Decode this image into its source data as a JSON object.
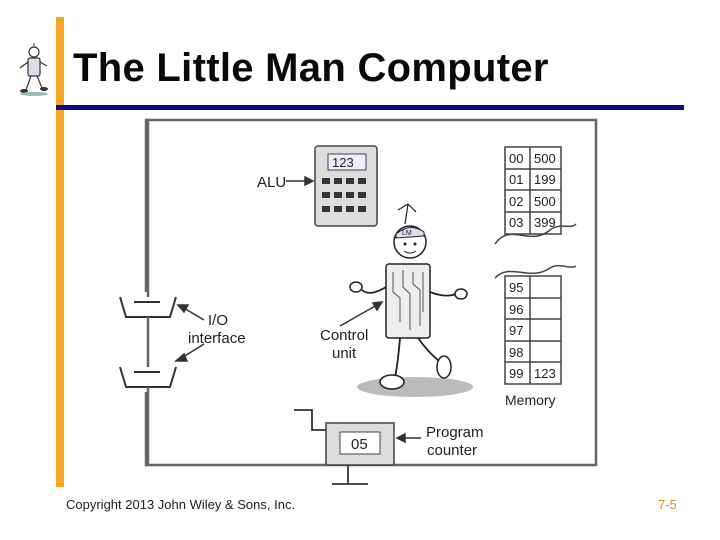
{
  "slide": {
    "title": "The Little Man Computer",
    "footer": "Copyright 2013 John Wiley & Sons, Inc.",
    "slide_number": "7-5"
  },
  "figure": {
    "alu_label": "ALU",
    "alu_display": "123",
    "io_label_1": "I/O",
    "io_label_2": "interface",
    "control_label_1": "Control",
    "control_label_2": "unit",
    "program_counter_label_1": "Program",
    "program_counter_label_2": "counter",
    "program_counter_value": "05",
    "memory_label": "Memory",
    "little_man_cap": "LM",
    "memory_top": [
      {
        "addr": "00",
        "val": "500"
      },
      {
        "addr": "01",
        "val": "199"
      },
      {
        "addr": "02",
        "val": "500"
      },
      {
        "addr": "03",
        "val": "399"
      }
    ],
    "memory_bottom": [
      {
        "addr": "95",
        "val": ""
      },
      {
        "addr": "96",
        "val": ""
      },
      {
        "addr": "97",
        "val": ""
      },
      {
        "addr": "98",
        "val": ""
      },
      {
        "addr": "99",
        "val": "123"
      }
    ]
  },
  "colors": {
    "accent_orange": "#f5a623",
    "rule_blue": "#0a0a8a",
    "slide_number": "#d4961a"
  }
}
